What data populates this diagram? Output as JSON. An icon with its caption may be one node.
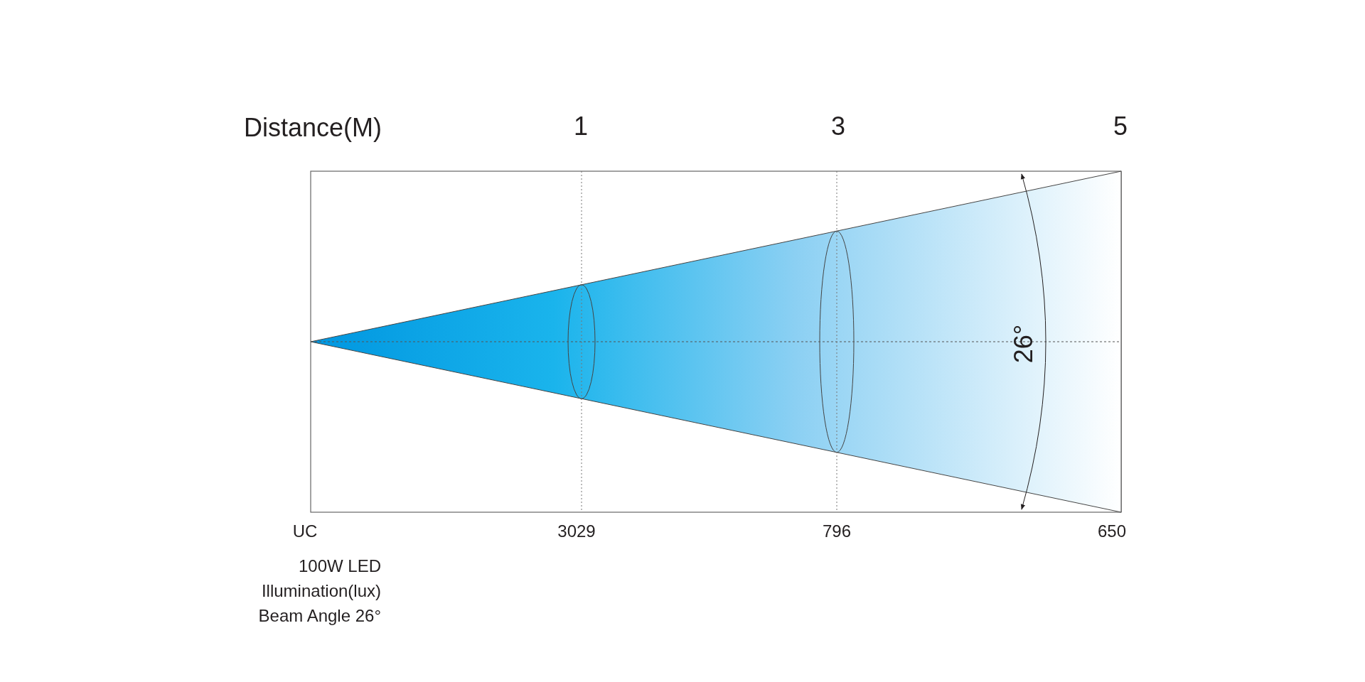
{
  "diagram": {
    "labels": [
      "Distance(M)",
      "1",
      "3",
      "5",
      "26°",
      "UC",
      "3029",
      "796",
      "650",
      "100W LED",
      "Illumination(lux)",
      "Beam Angle 26°"
    ]
  }
}
